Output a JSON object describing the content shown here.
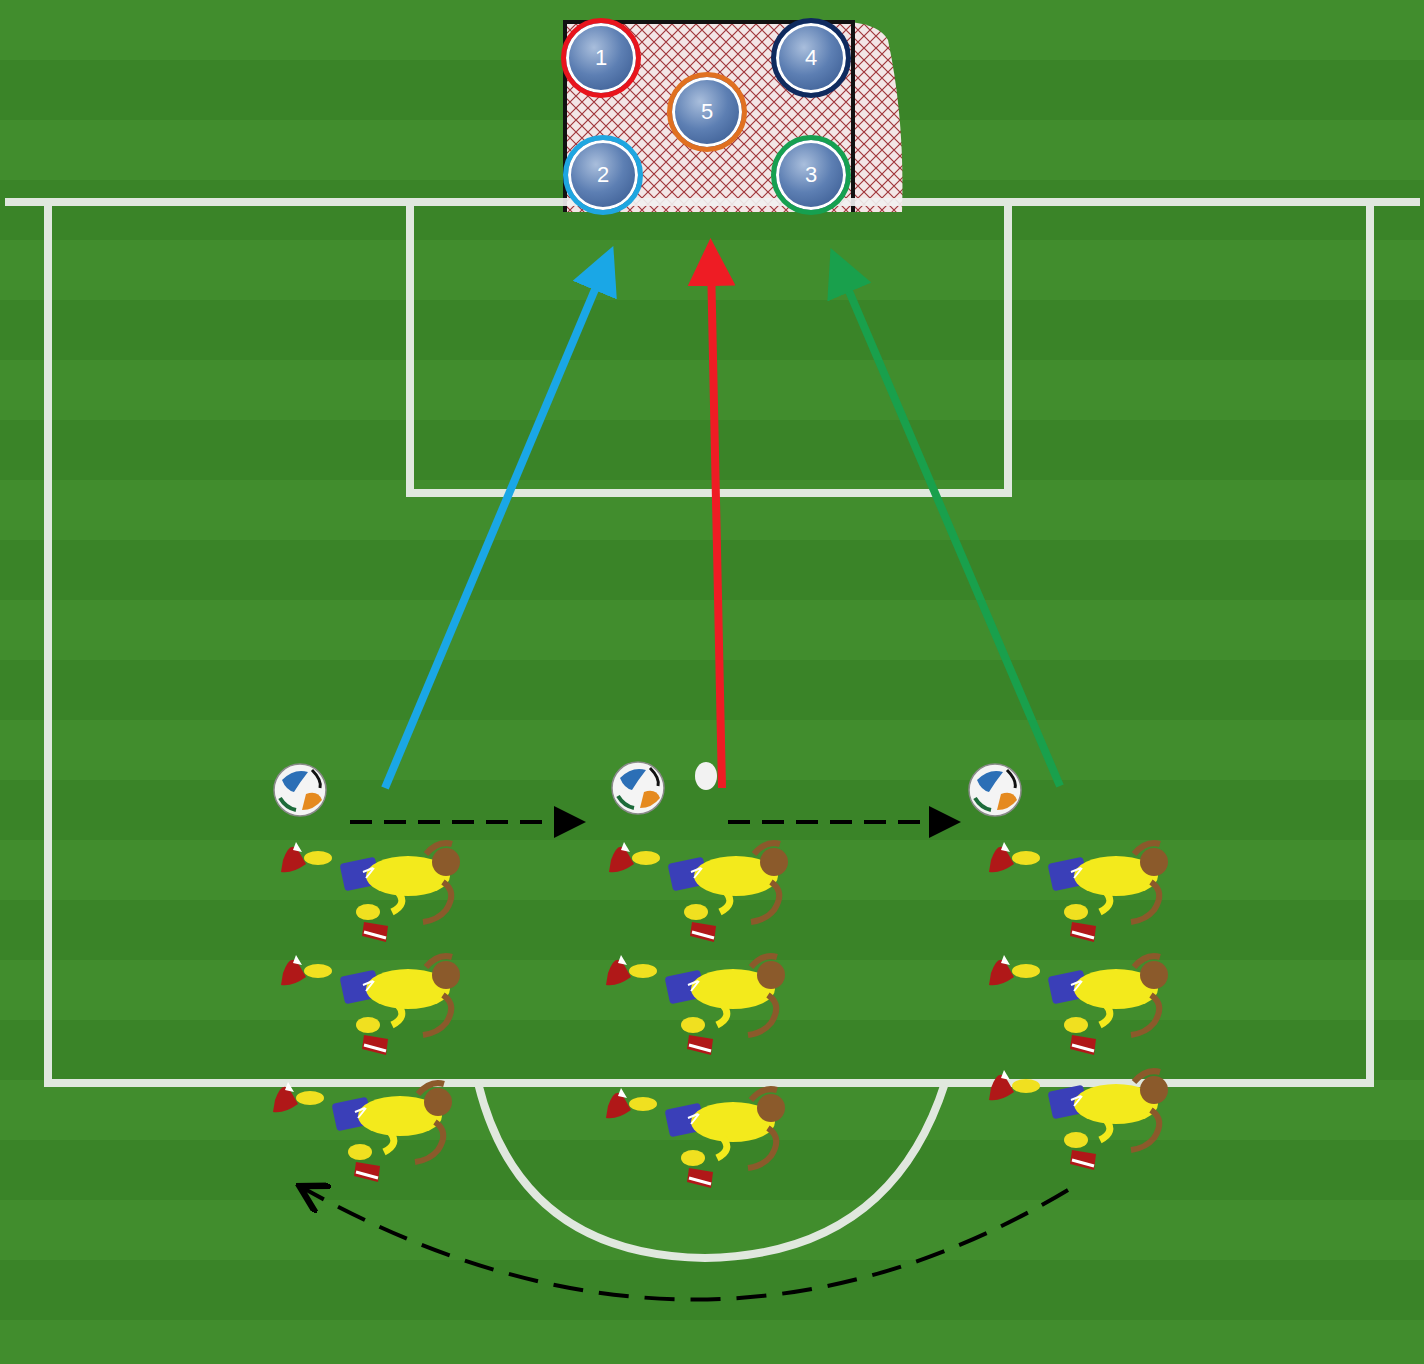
{
  "diagram": {
    "nodes": [
      {
        "text": [
          "1"
        ]
      },
      {
        "text": [
          "4"
        ]
      },
      {
        "text": [
          "5"
        ]
      },
      {
        "text": [
          "2"
        ]
      },
      {
        "text": [
          "3"
        ]
      }
    ]
  }
}
